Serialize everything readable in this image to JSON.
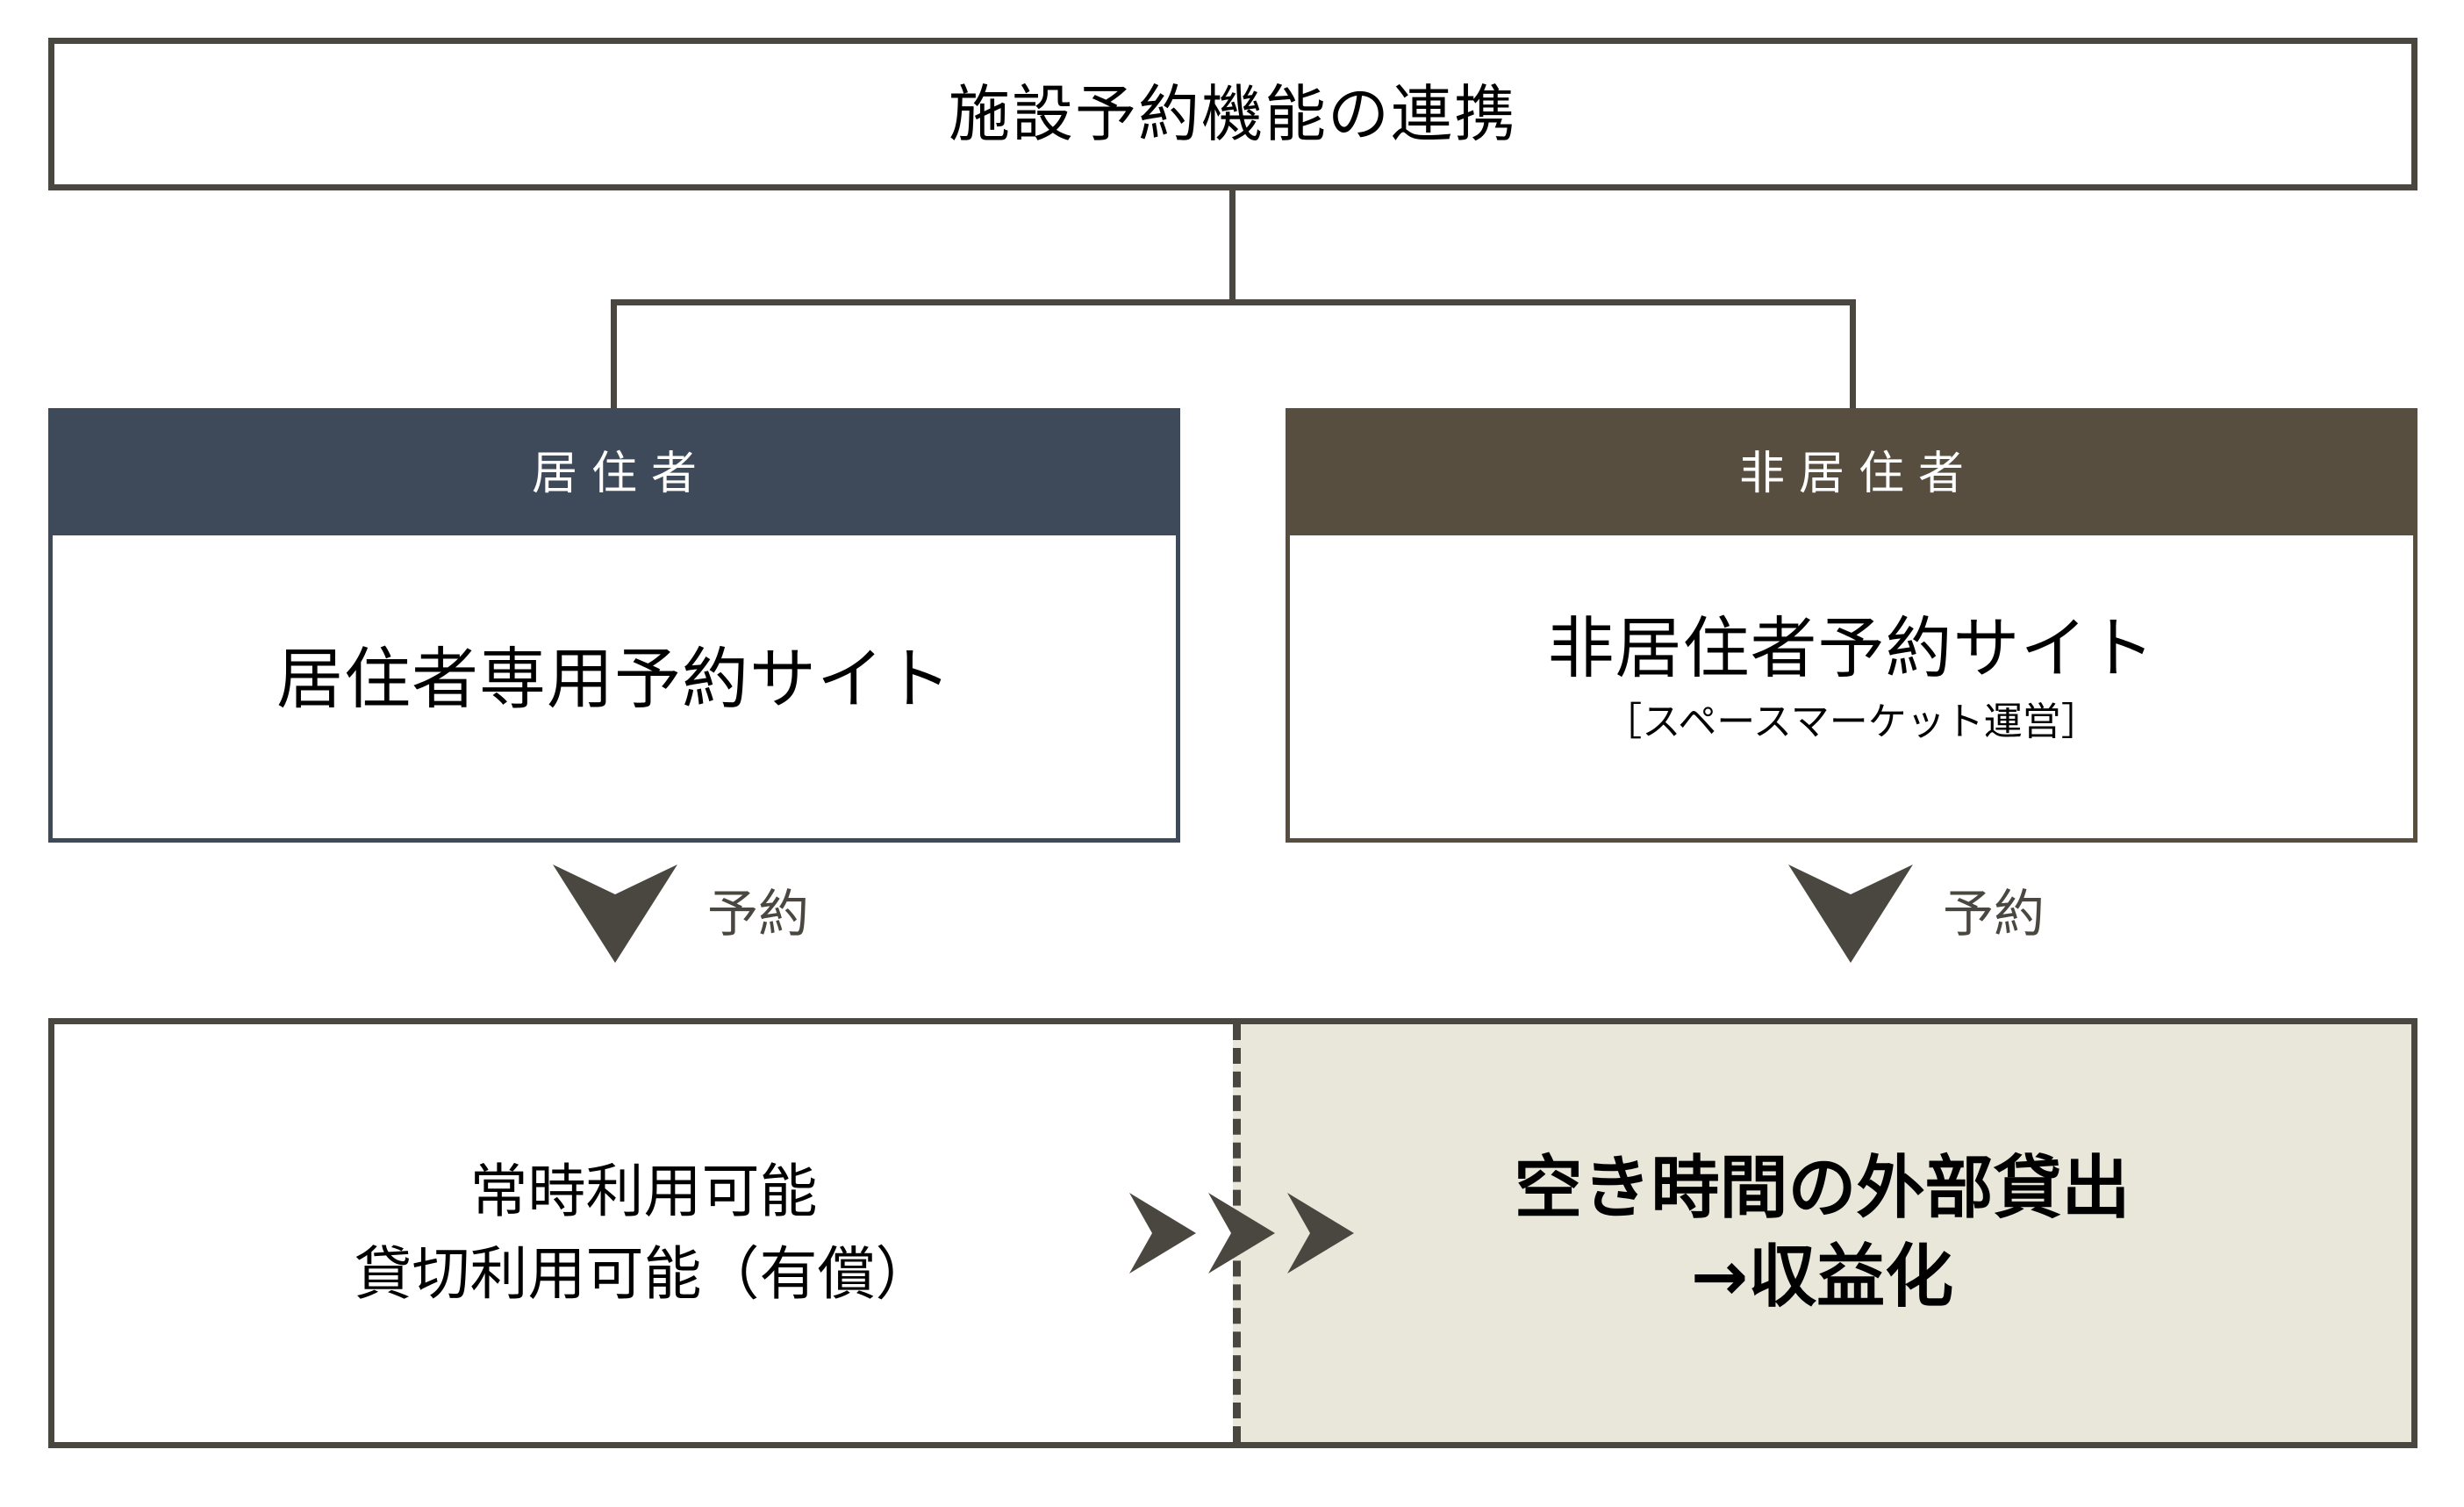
{
  "title": {
    "text": "施設予約機能の連携"
  },
  "categories": [
    {
      "head_label": "居住者",
      "site_name": "居住者専用予約サイト",
      "operator_note": "",
      "accent_color": "#3E4A5A",
      "arrow_label": "予約",
      "arrow_icon": "chevron-down-icon"
    },
    {
      "head_label": "非居住者",
      "site_name": "非居住者予約サイト",
      "operator_note": "［スペースマーケット運営］",
      "accent_color": "#574E3F",
      "arrow_label": "予約",
      "arrow_icon": "chevron-down-icon"
    }
  ],
  "outcome": {
    "left_lines": [
      "常時利用可能",
      "貸切利用可能（有償）"
    ],
    "right_lines": [
      "空き時間の外部貸出",
      "→収益化"
    ],
    "flow_icon": "chevron-right-icon",
    "flow_icon_count": 3,
    "panel_color": "#E9E6DA",
    "divider_style": "dashed"
  },
  "colors": {
    "line": "#4A4640",
    "resident": "#3E4A5A",
    "non_resident": "#574E3F",
    "highlight_panel": "#E9E6DA",
    "text": "#000000"
  }
}
